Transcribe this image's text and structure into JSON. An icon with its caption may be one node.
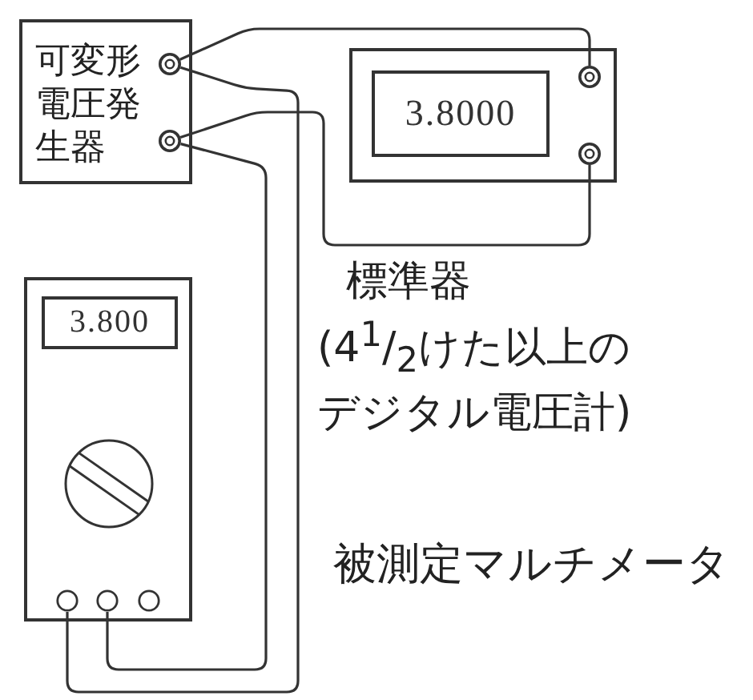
{
  "diagram": {
    "nodes": [
      {
        "text": [
          "可変形電圧発生器"
        ]
      },
      {
        "text": [],
        "shape": "circle",
        "in": 0
      },
      {
        "text": [],
        "shape": "circle",
        "in": 0
      },
      {
        "text": [],
        "shape": "box",
        "beside": [
          "標準器",
          "(4$^{1}$/$_{2}$けた以上のデジタル電圧計)"
        ]
      },
      {
        "text": [
          "3.8000"
        ],
        "in": 3
      },
      {
        "text": [],
        "shape": "circle",
        "in": 3
      },
      {
        "text": [],
        "shape": "circle",
        "in": 3
      },
      {
        "text": [],
        "shape": "box",
        "beside": [
          "被測定マルチメータ"
        ]
      },
      {
        "text": [
          "3.800"
        ],
        "in": 7
      },
      {
        "text": [],
        "shape": "circle",
        "in": 7
      },
      {
        "text": [],
        "shape": "circle",
        "in": 7
      },
      {
        "text": [],
        "shape": "circle",
        "in": 7
      }
    ],
    "edges": [
      {
        "from": 1,
        "to": 5,
        "arrow": "none"
      },
      {
        "from": 2,
        "to": 6,
        "arrow": "none"
      },
      {
        "from": 1,
        "to": 9,
        "arrow": "none"
      },
      {
        "from": 2,
        "to": 10,
        "arrow": "none"
      }
    ]
  }
}
